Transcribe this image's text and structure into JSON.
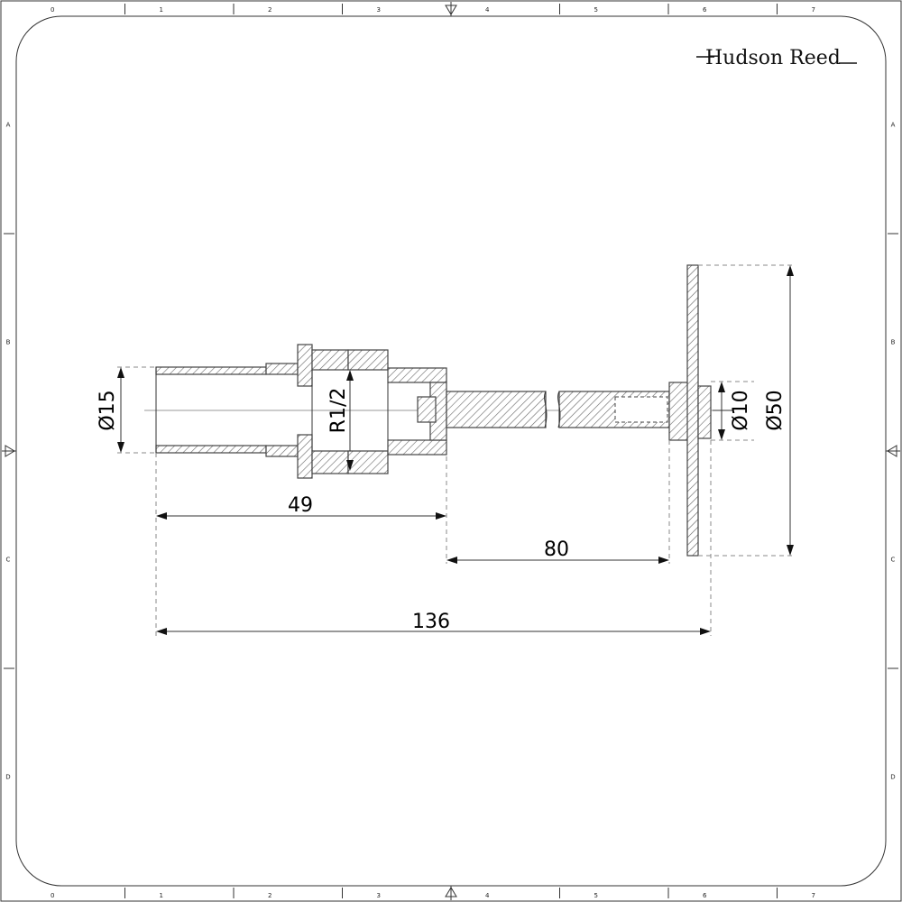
{
  "brand": {
    "name": "Hudson Reed"
  },
  "border": {
    "columns": [
      "0",
      "1",
      "2",
      "3",
      "4",
      "5",
      "6",
      "7"
    ],
    "rows": [
      "A",
      "B",
      "C",
      "D"
    ]
  },
  "dimensions": {
    "pipe_diameter": "Ø15",
    "thread": "R1/2",
    "length_inlet": "49",
    "length_spindle": "80",
    "length_overall": "136",
    "spindle_diameter": "Ø10",
    "flange_diameter": "Ø50"
  }
}
